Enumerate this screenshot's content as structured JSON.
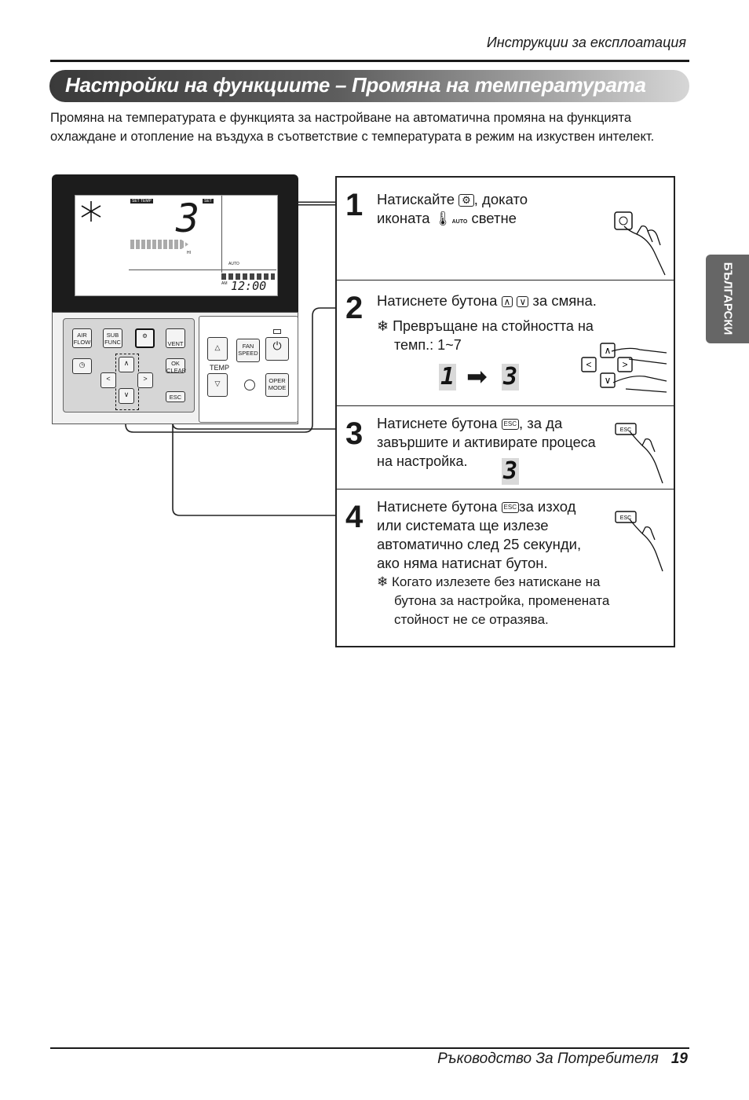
{
  "header": {
    "running_title": "Инструкции за експлоатация"
  },
  "section": {
    "title": "Настройки на функциите – Промяна на температурата"
  },
  "intro": "Промяна на температурата е функцията за настройване на автоматична промяна на функцията охлаждане и отопление на въздуха в съответствие с температурата в режим на изкуствен интелект.",
  "side_tab": "БЪЛГАРСКИ",
  "remote": {
    "lcd_set_temp": "SET TEMP",
    "lcd_set": "SET",
    "lcd_digit": "3",
    "lcd_hi": "HI",
    "lcd_auto": "AUTO",
    "lcd_am": "AM",
    "lcd_clock": "12:00",
    "buttons": {
      "air_flow": "AIR FLOW",
      "sub_func": "SUB FUNC",
      "vent": "VENT",
      "ok_clear": "OK CLEAR",
      "esc": "ESC",
      "fan_speed": "FAN SPEED",
      "temp": "TEMP",
      "oper_mode": "OPER MODE"
    }
  },
  "steps": [
    {
      "number": "1",
      "line1_a": "Натискайте",
      "line1_b": ", докато",
      "line2_a": "иконата",
      "line2_b": "светне"
    },
    {
      "number": "2",
      "line1_a": "Натиснете бутона",
      "line1_b": "за смяна.",
      "note_line1": "❄ Превръщане на стойността на",
      "note_line2": "темп.: 1~7",
      "from_value": "1",
      "to_value": "3"
    },
    {
      "number": "3",
      "line1_a": "Натиснете бутона",
      "line1_b": ", за да",
      "line2": "завършите и активирате процеса",
      "line3": "на настройка.",
      "display_value": "3"
    },
    {
      "number": "4",
      "line1_a": "Натиснете бутона",
      "line1_b": "за изход",
      "line2": "или системата ще излезе",
      "line3": "автоматично след 25 секунди,",
      "line4": "ако няма натиснат бутон.",
      "note_line1": "❄ Когато излезете без натискане на",
      "note_line2": "бутона за настройка, променената",
      "note_line3": "стойност не се отразява."
    }
  ],
  "footer": {
    "title": "Ръководство За Потребителя",
    "page": "19"
  }
}
